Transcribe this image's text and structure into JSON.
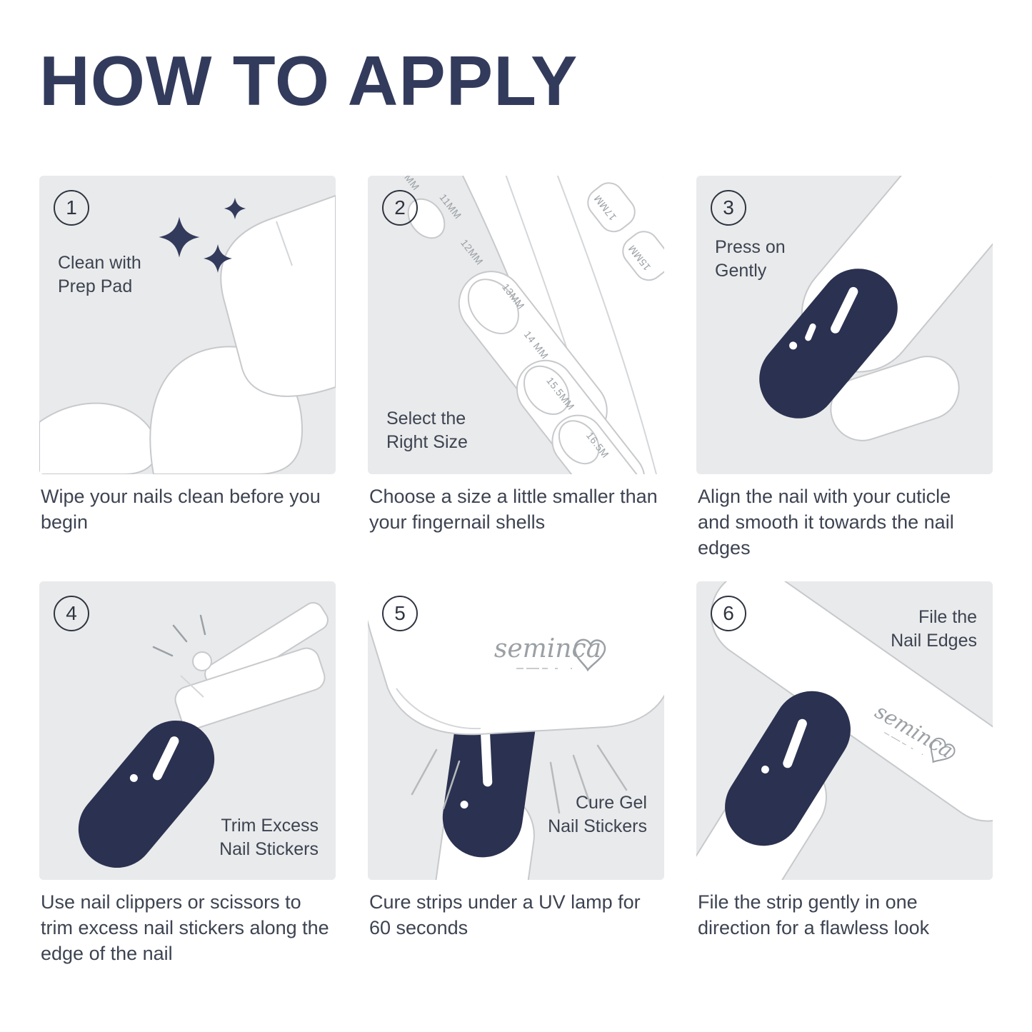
{
  "page": {
    "title": "HOW TO APPLY"
  },
  "brand": {
    "logo": "seminca"
  },
  "colors": {
    "navy": "#2b3150",
    "title_navy": "#333b5c",
    "panel_bg": "#e9eaeb",
    "text": "#3d4351",
    "logo_gray": "#9ba0a5"
  },
  "steps": [
    {
      "number": "1",
      "label": "Clean with\nPrep Pad",
      "caption": "Wipe your nails clean before you begin"
    },
    {
      "number": "2",
      "label": "Select the\nRight Size",
      "caption": "Choose a size a little smaller than your fingernail shells",
      "sizes": [
        "MM",
        "11MM",
        "12MM",
        "13MM",
        "14 MM",
        "15.5MM",
        "16.5M",
        "17MM",
        "15MM"
      ]
    },
    {
      "number": "3",
      "label": "Press on\nGently",
      "caption": "Align the nail with your cuticle and smooth it towards the nail edges"
    },
    {
      "number": "4",
      "label": "Trim Excess\nNail Stickers",
      "caption": "Use nail clippers or scissors to trim excess nail stickers along the edge of the nail"
    },
    {
      "number": "5",
      "label": "Cure Gel\nNail Stickers",
      "caption": "Cure strips under a UV lamp for 60 seconds"
    },
    {
      "number": "6",
      "label": "File the\nNail Edges",
      "caption": "File the strip gently in one direction for a flawless look"
    }
  ]
}
